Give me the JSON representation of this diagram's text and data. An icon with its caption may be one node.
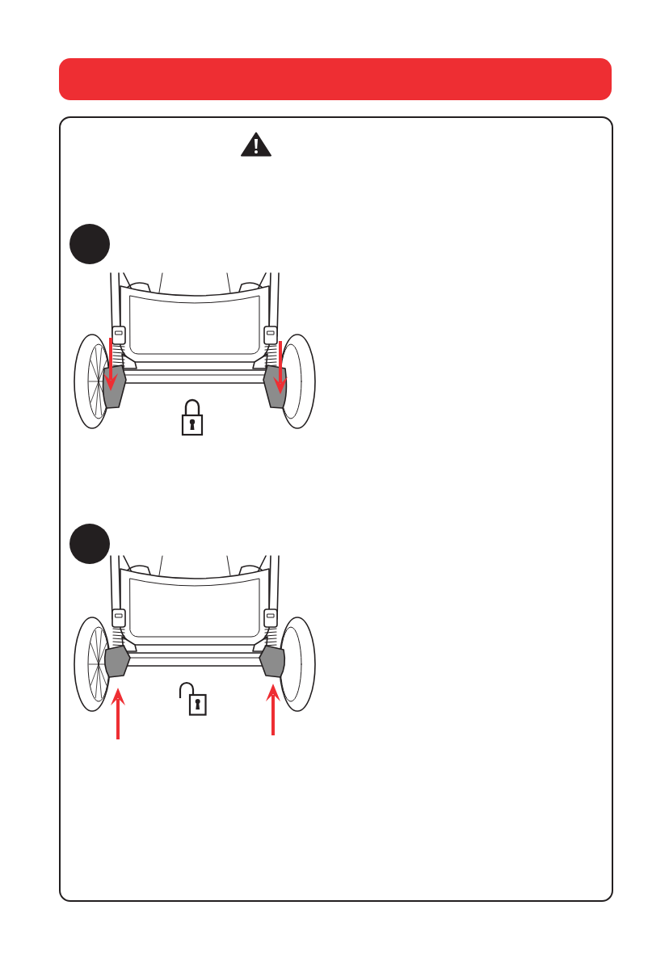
{
  "diagram": {
    "nodes": [
      {
        "text": [],
        "shape": "bar"
      },
      {
        "text": [],
        "shape": "box"
      },
      {
        "text": [],
        "shape": "circle",
        "in": 1
      },
      {
        "text": [],
        "shape": "picture",
        "in": 1
      },
      {
        "text": [],
        "shape": "circle",
        "in": 1
      },
      {
        "text": [],
        "shape": "picture",
        "in": 1
      }
    ]
  }
}
